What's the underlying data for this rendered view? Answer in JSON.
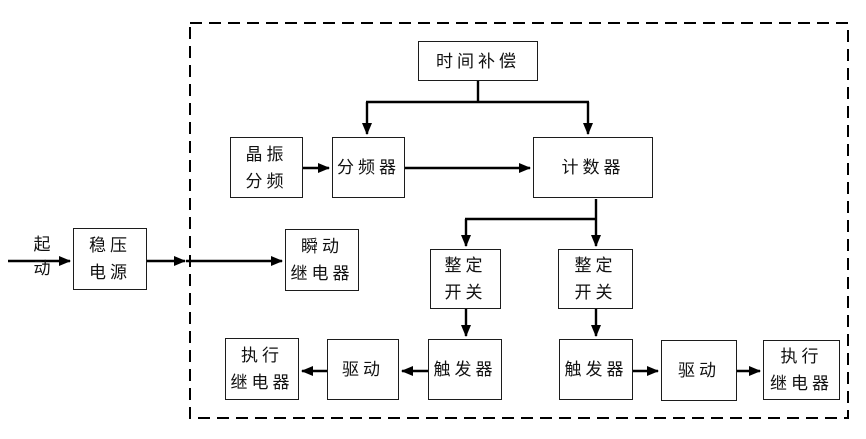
{
  "diagram": {
    "description": "timer-relay-block-diagram",
    "outer": {
      "start_label": "起\n动"
    },
    "nodes": {
      "time_compensation": "时间补偿",
      "crystal_divider": "晶振\n分频",
      "frequency_divider": "分频器",
      "counter": "计数器",
      "regulated_power": "稳压\n电源",
      "instant_relay": "瞬动\n继电器",
      "setting_switch_left": "整定\n开关",
      "setting_switch_right": "整定\n开关",
      "trigger_left": "触发器",
      "trigger_right": "触发器",
      "drive_left": "驱动",
      "drive_right": "驱动",
      "exec_relay_left": "执行\n继电器",
      "exec_relay_right": "执行\n继电器"
    },
    "colors": {
      "line": "#000000",
      "box_border": "#1c1c1c",
      "background": "#ffffff",
      "dashed_boundary": "#000000"
    }
  }
}
